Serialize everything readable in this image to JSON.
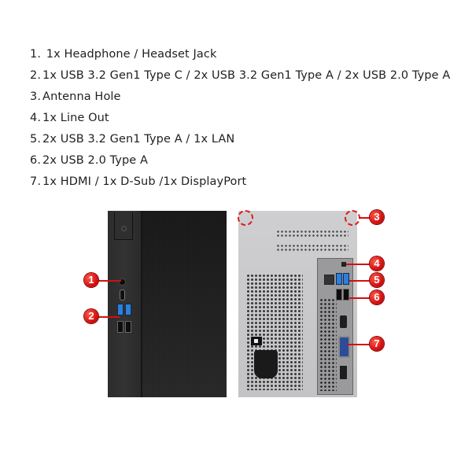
{
  "specs": [
    {
      "num": "1.",
      "text": " 1x Headphone / Headset Jack"
    },
    {
      "num": "2.",
      "text": "1x USB 3.2 Gen1 Type C / 2x USB 3.2 Gen1 Type A / 2x USB 2.0 Type A"
    },
    {
      "num": "3.",
      "text": "Antenna Hole"
    },
    {
      "num": "4.",
      "text": "1x Line Out"
    },
    {
      "num": "5.",
      "text": "2x USB 3.2 Gen1 Type A / 1x LAN"
    },
    {
      "num": "6.",
      "text": "2x USB 2.0 Type A"
    },
    {
      "num": "7.",
      "text": "1x HDMI / 1x D-Sub /1x DisplayPort"
    }
  ],
  "callouts": {
    "c1": "1",
    "c2": "2",
    "c3": "3",
    "c4": "4",
    "c5": "5",
    "c6": "6",
    "c7": "7"
  },
  "colors": {
    "callout": "#d41111",
    "usb3": "#2f7fd6"
  }
}
